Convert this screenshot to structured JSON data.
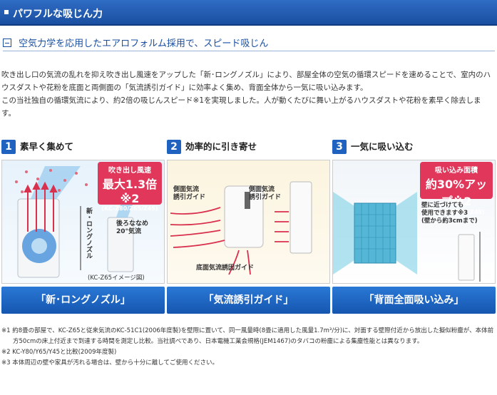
{
  "banner": {
    "title": "パワフルな吸じん力"
  },
  "subhead": {
    "title": "空気力学を応用したエアロフォルム採用で、スピード吸じん"
  },
  "body": {
    "p1": "吹き出し口の気流の乱れを抑え吹き出し風速をアップした「新･ロングノズル」により、部屋全体の空気の循環スピードを速めることで、室内のハウスダストや花粉を底面と両側面の「気流誘引ガイド」に効率よく集め、背面全体から一気に吸い込みます。",
    "p2": "この当社独自の循環気流により、約2倍の吸じんスピード※1を実現しました。人が動くたびに舞い上がるハウスダストや花粉を素早く除去します。"
  },
  "panels": [
    {
      "num": "1",
      "title": "素早く集めて",
      "button": "「新･ロングノズル」",
      "callout": {
        "l1": "吹き出し風速",
        "l2": "最大1.3倍※2",
        "l3": "(KC-Z80/Z65/Z45)"
      },
      "labels": {
        "nozzle": "新・ロングノズル",
        "airflow": "後ろななめ\n20°気流",
        "caption": "(KC-Z65イメージ図)"
      }
    },
    {
      "num": "2",
      "title": "効率的に引き寄せ",
      "button": "「気流誘引ガイド」",
      "labels": {
        "side_left": "側面気流\n誘引ガイド",
        "side_right": "側面気流\n誘引ガイド",
        "bottom": "底面気流誘因ガイド"
      }
    },
    {
      "num": "3",
      "title": "一気に吸い込む",
      "button": "「背面全面吸い込み」",
      "callout": {
        "l1": "吸い込み面積",
        "l2": "約30%アップ※2",
        "l3": "(KC-Z80/Z65/Z45)"
      },
      "labels": {
        "wall": "壁に近づけても\n使用できます※3\n(壁から約3cmまで)"
      }
    }
  ],
  "notes": [
    "※1 約8畳の部屋で、KC-Z65と従来気流のKC-51C1(2006年度製)を壁際に置いて、同一風量時(8畳に適用した風量1.7m³/分)に、対面する壁際付近から放出した擬似粉塵が、本体前方50cmの床上付近まで到達する時間を測定し比較。当社調べであり、日本電機工業会規格(JEM1467)のタバコの粉塵による集塵性能とは異なります。",
    "※2 KC-Y80/Y65/Y45と比較(2009年度製)",
    "※3 本体周辺の壁や家具が汚れる場合は、壁から十分に離してご使用ください。"
  ],
  "colors": {
    "accent": "#1f62c0",
    "callout": "#e0375b"
  }
}
